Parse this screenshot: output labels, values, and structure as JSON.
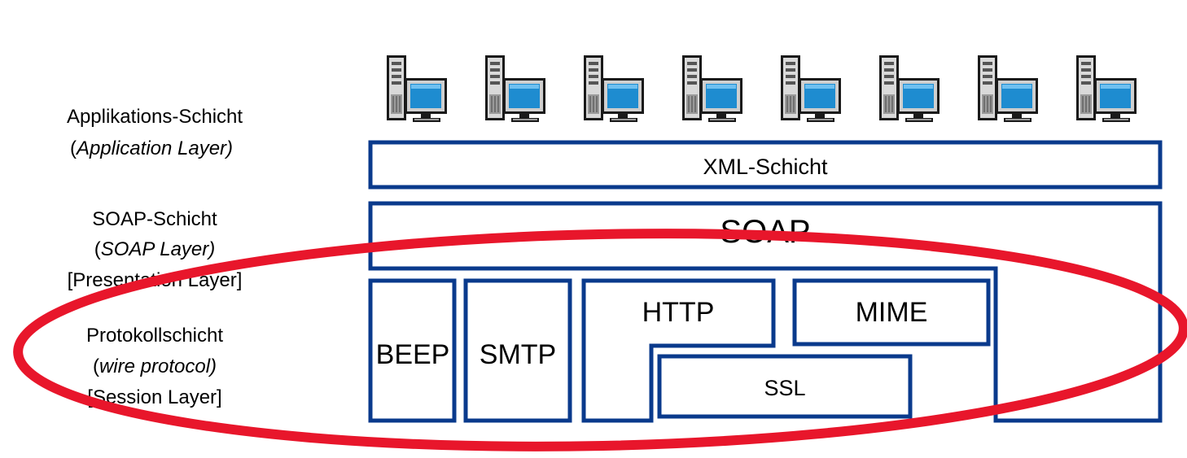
{
  "colors": {
    "box_stroke": "#0A3A8C",
    "ellipse": "#E8162B",
    "monitor_screen": "#1E8CD0"
  },
  "left_labels": {
    "application": {
      "line1": "Applikations-Schicht",
      "line2_open": "(",
      "line2_italic": "Application Layer)"
    },
    "soap": {
      "line1": "SOAP-Schicht",
      "line2_open": "(",
      "line2_italic": "SOAP Layer)",
      "line3": "[Presentation Layer]"
    },
    "protocol": {
      "line1": "Protokollschicht",
      "line2_open": "(",
      "line2_italic": "wire protocol)",
      "line3": "[Session Layer]"
    }
  },
  "boxes": {
    "xml": "XML-Schicht",
    "soap": "SOAP",
    "beep": "BEEP",
    "smtp": "SMTP",
    "http": "HTTP",
    "mime": "MIME",
    "ssl": "SSL"
  },
  "computer_icons": [
    "computer-icon",
    "computer-icon",
    "computer-icon",
    "computer-icon",
    "computer-icon",
    "computer-icon",
    "computer-icon",
    "computer-icon"
  ]
}
